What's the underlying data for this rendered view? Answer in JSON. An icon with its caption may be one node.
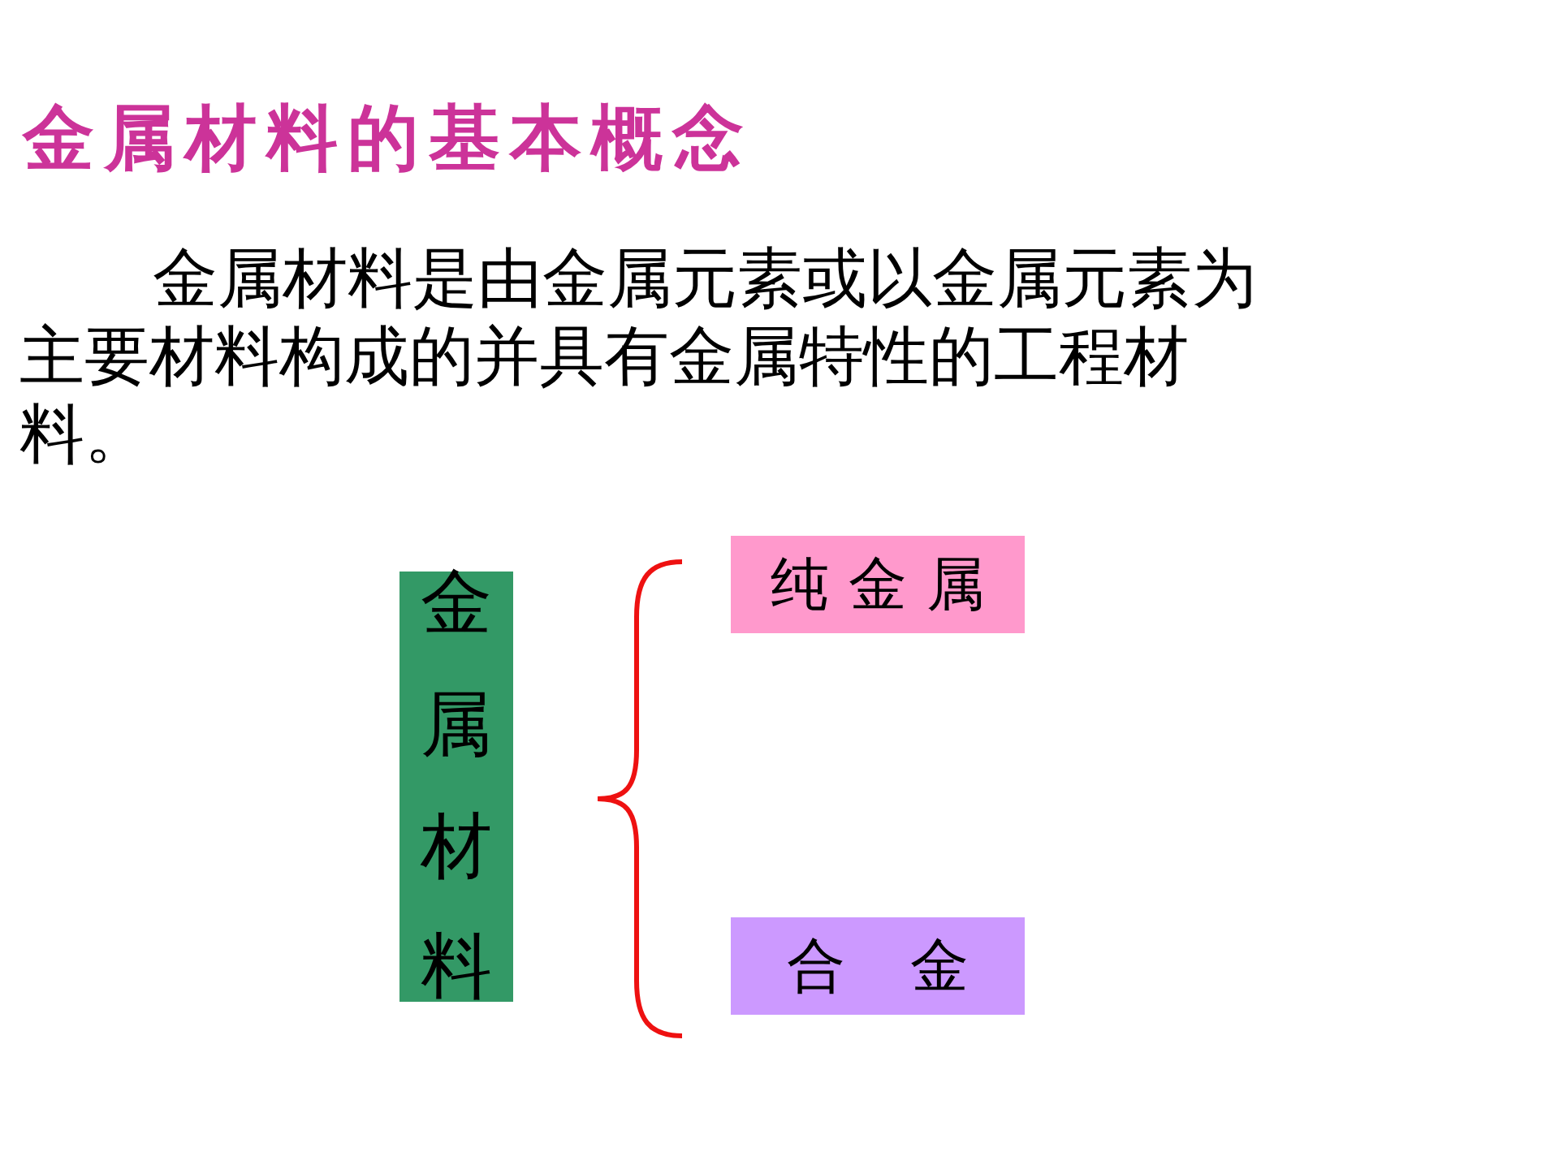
{
  "diagram": {
    "title": "金属材料的基本概念",
    "nodes": [
      {
        "text": [
          "金属材料"
        ]
      },
      {
        "text": [
          "纯金属"
        ]
      },
      {
        "text": [
          "合金"
        ]
      }
    ],
    "labels": [
      "金属材料是由金属元素或以金属元素为主要材料构成的并具有金属特性的工程材料。"
    ]
  }
}
